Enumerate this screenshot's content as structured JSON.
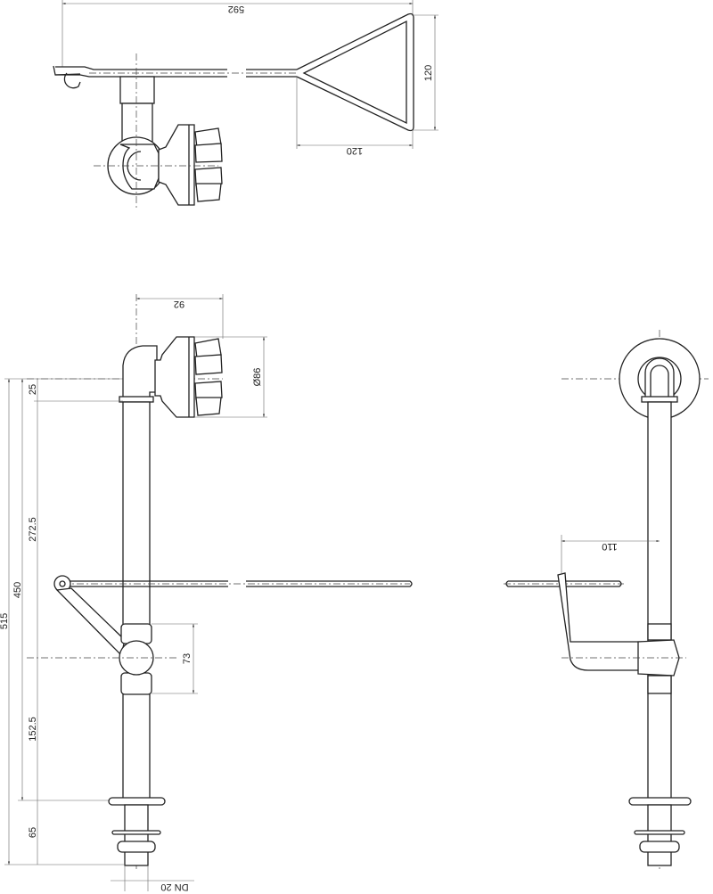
{
  "top_view": {
    "dim_length": "592",
    "dim_triangle_height": "120",
    "dim_triangle_width": "120"
  },
  "front_view": {
    "dim_head_offset": "92",
    "dim_head_diameter": "Ø86",
    "dim_total": "515",
    "dim_450": "450",
    "dim_25": "25",
    "dim_272_5": "272.5",
    "dim_152_5": "152.5",
    "dim_65": "65",
    "dim_73": "73",
    "dim_pipe": "DN 20"
  },
  "side_view": {
    "dim_handle": "110"
  }
}
